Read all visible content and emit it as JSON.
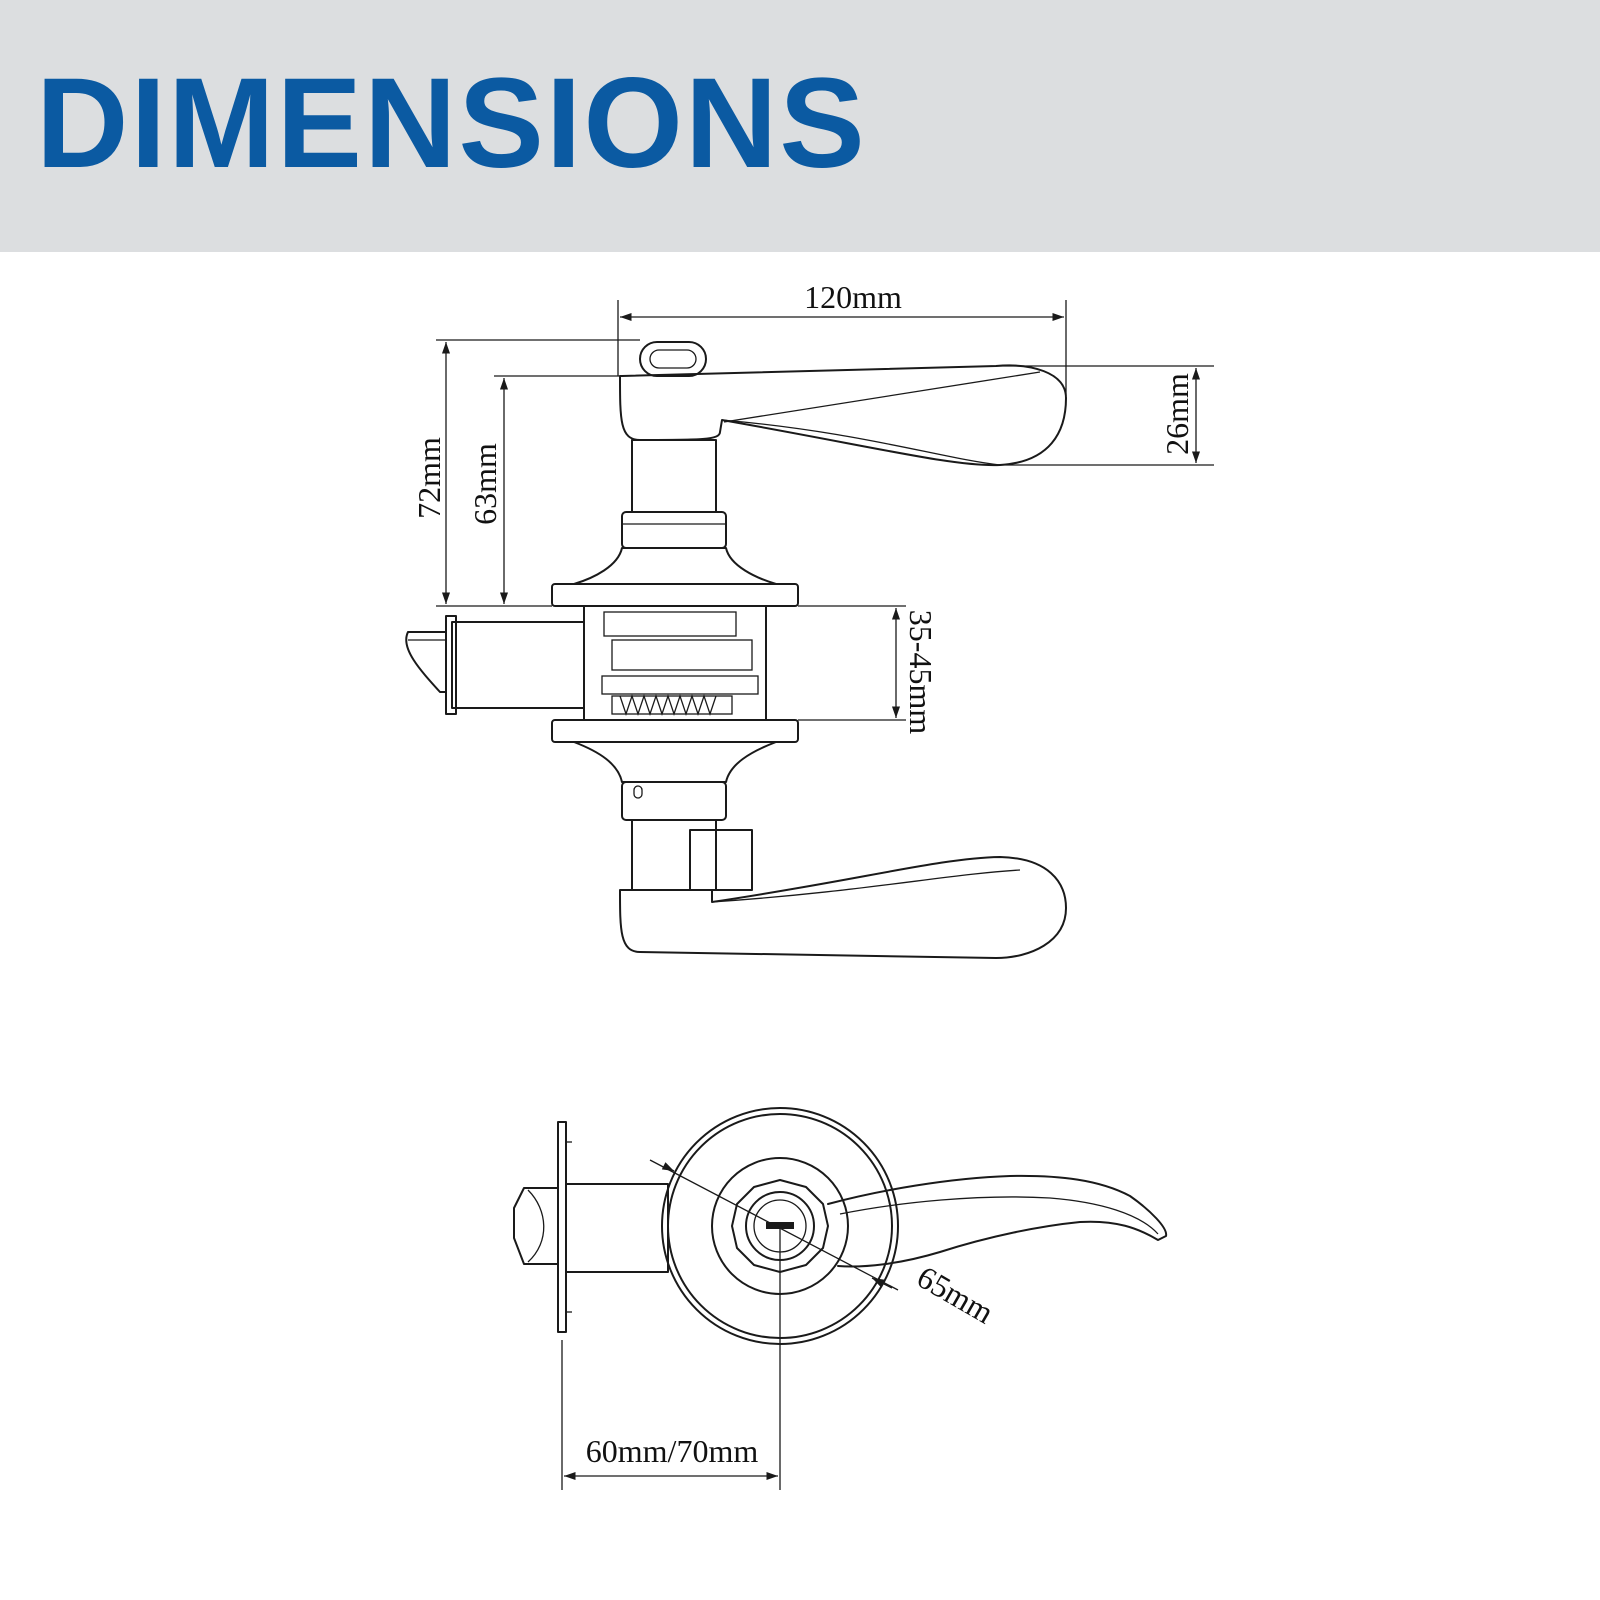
{
  "header": {
    "title": "DIMENSIONS"
  },
  "colors": {
    "banner_background": "#dcdee0",
    "title_color": "#0b5aa2",
    "line_color": "#1a1a1a"
  },
  "dimensions": {
    "handle_length": "120mm",
    "lever_height": "26mm",
    "total_height": "72mm",
    "lever_offset": "63mm",
    "door_thickness": "35-45mm",
    "rose_diameter": "65mm",
    "backset": "60mm/70mm"
  }
}
